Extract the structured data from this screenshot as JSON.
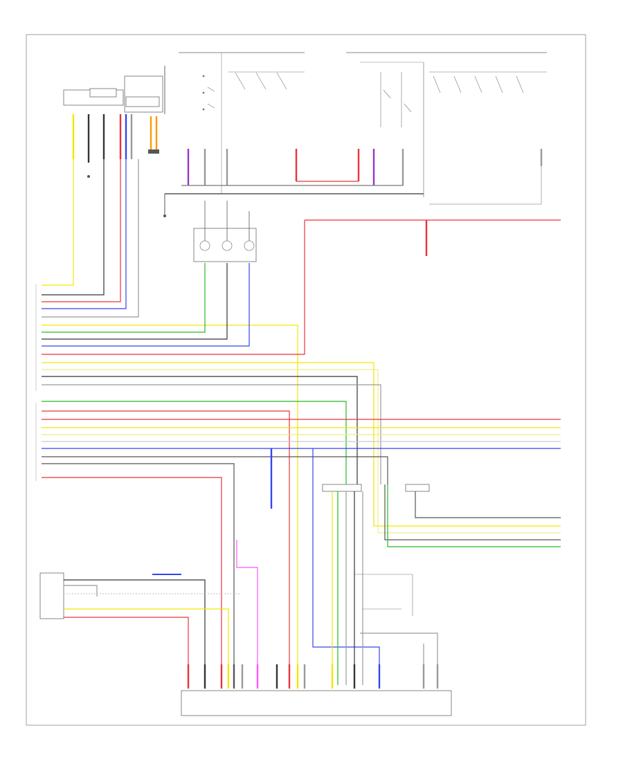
{
  "diagram": {
    "title": "",
    "footer_label": "",
    "components": [
      {
        "key": "top-left-module",
        "label": ""
      },
      {
        "key": "center-switch-group",
        "label": ""
      },
      {
        "key": "right-switch-group",
        "label": ""
      },
      {
        "key": "ground-symbol-module",
        "label": ""
      },
      {
        "key": "lower-left-module",
        "label": ""
      },
      {
        "key": "bottom-control-unit",
        "label": ""
      }
    ],
    "wire_colors": {
      "yellow": "#f2e600",
      "red": "#e8333b",
      "blue": "#3344ee",
      "green": "#22bb22",
      "black": "#333333",
      "gray": "#999999",
      "pink": "#ff55ff",
      "purple": "#9933cc",
      "orange": "#ff9900",
      "light_blue": "#88aaff",
      "light_yellow": "#eeee88"
    }
  }
}
